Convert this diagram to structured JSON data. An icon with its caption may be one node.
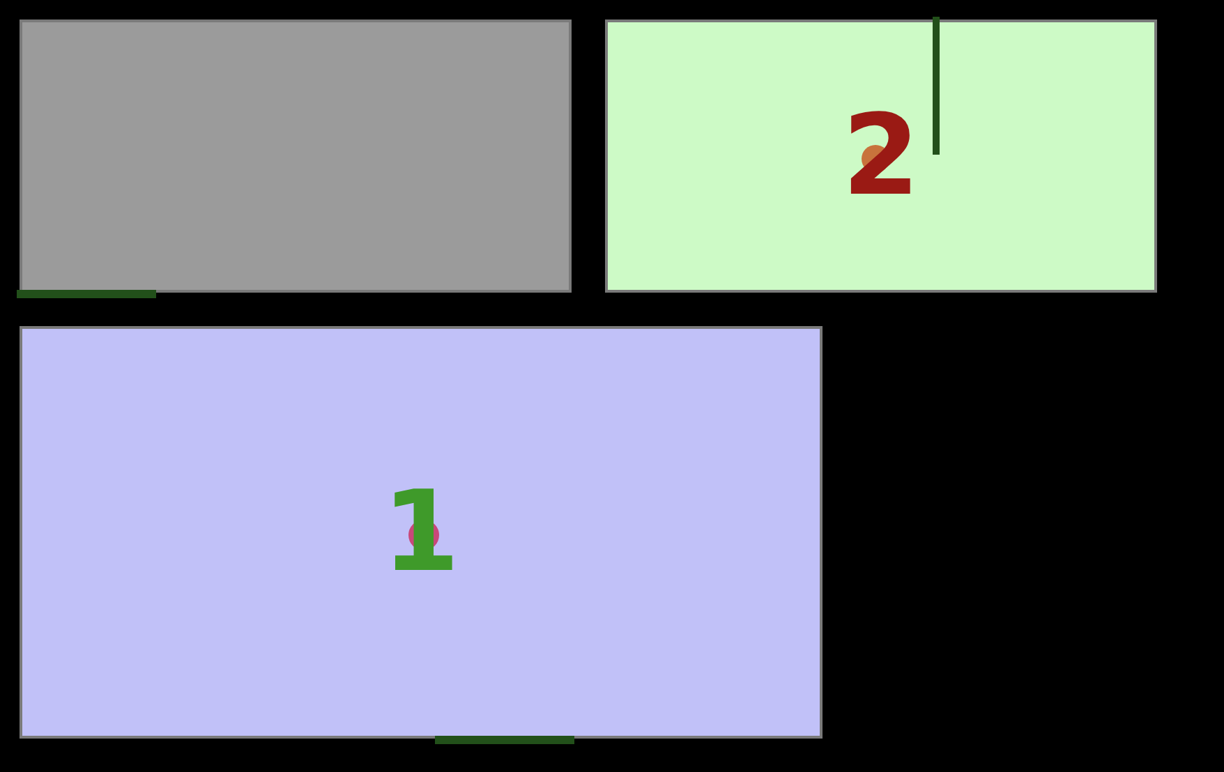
{
  "diagram": {
    "nodes": [
      {
        "text": [],
        "shape": "box"
      },
      {
        "text": [
          "2"
        ]
      },
      {
        "text": [
          "1"
        ]
      }
    ]
  }
}
